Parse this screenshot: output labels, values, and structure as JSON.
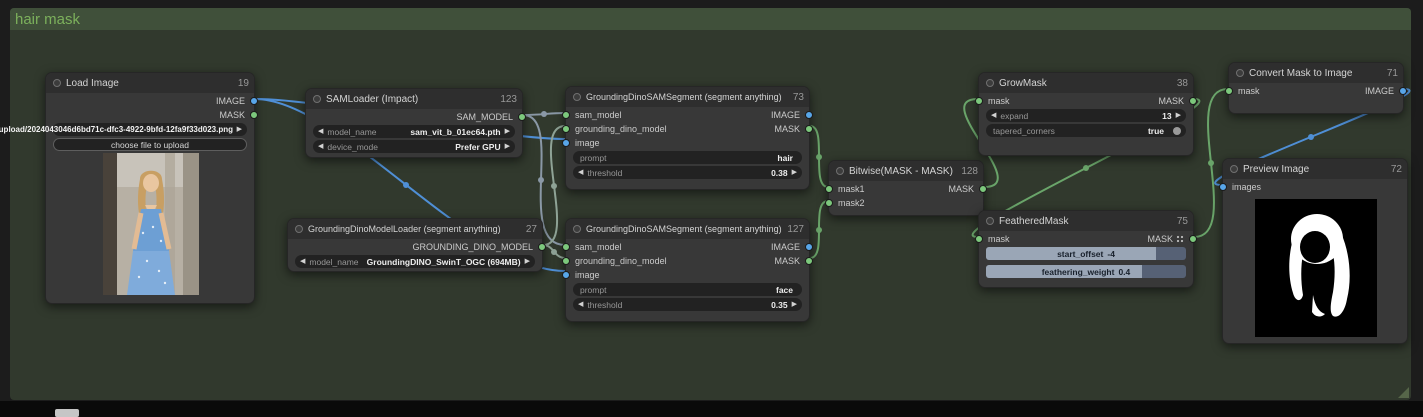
{
  "group": {
    "title": "hair mask"
  },
  "icons": {
    "prev": "◀",
    "next": "▶"
  },
  "colors": {
    "link_image": "#4f8fd6",
    "link_mask": "#6aa56a",
    "link_model": "#8a98a6",
    "slot_image": "#58a6e8",
    "slot_mask": "#7cc87c",
    "group_green": "#40503a"
  },
  "nodes": {
    "load_image": {
      "title": "Load Image",
      "id": "19",
      "out_image": "IMAGE",
      "out_mask": "MASK",
      "filename": "upload/2024043046d6bd71c-dfc3-4922-9bfd-12fa9f33d023.png",
      "upload_label": "choose file to upload"
    },
    "sam_loader": {
      "title": "SAMLoader (Impact)",
      "id": "123",
      "out_model": "SAM_MODEL",
      "model_label": "model_name",
      "model_value": "sam_vit_b_01ec64.pth",
      "device_label": "device_mode",
      "device_value": "Prefer GPU"
    },
    "gdino_loader": {
      "title": "GroundingDinoModelLoader (segment anything)",
      "id": "27",
      "out_model": "GROUNDING_DINO_MODEL",
      "model_label": "model_name",
      "model_value": "GroundingDINO_SwinT_OGC (694MB)"
    },
    "seg_hair": {
      "title": "GroundingDinoSAMSegment (segment anything)",
      "id": "73",
      "in_sam": "sam_model",
      "in_dino": "grounding_dino_model",
      "in_image": "image",
      "out_image": "IMAGE",
      "out_mask": "MASK",
      "prompt_label": "prompt",
      "prompt_value": "hair",
      "threshold_label": "threshold",
      "threshold_value": "0.38"
    },
    "seg_face": {
      "title": "GroundingDinoSAMSegment (segment anything)",
      "id": "127",
      "in_sam": "sam_model",
      "in_dino": "grounding_dino_model",
      "in_image": "image",
      "out_image": "IMAGE",
      "out_mask": "MASK",
      "prompt_label": "prompt",
      "prompt_value": "face",
      "threshold_label": "threshold",
      "threshold_value": "0.35"
    },
    "bitwise": {
      "title": "Bitwise(MASK - MASK)",
      "id": "128",
      "in_mask1": "mask1",
      "in_mask2": "mask2",
      "out_mask": "MASK"
    },
    "grow_mask": {
      "title": "GrowMask",
      "id": "38",
      "in_mask": "mask",
      "out_mask": "MASK",
      "expand_label": "expand",
      "expand_value": "13",
      "tapered_label": "tapered_corners",
      "tapered_value": "true"
    },
    "feathered_mask": {
      "title": "FeatheredMask",
      "id": "75",
      "in_mask": "mask",
      "out_mask": "MASK",
      "offset_label": "start_offset",
      "offset_value": "-4",
      "weight_label": "feathering_weight",
      "weight_value": "0.4"
    },
    "convert": {
      "title": "Convert Mask to Image",
      "id": "71",
      "in_mask": "mask",
      "out_image": "IMAGE"
    },
    "preview": {
      "title": "Preview Image",
      "id": "72",
      "in_images": "images"
    }
  }
}
